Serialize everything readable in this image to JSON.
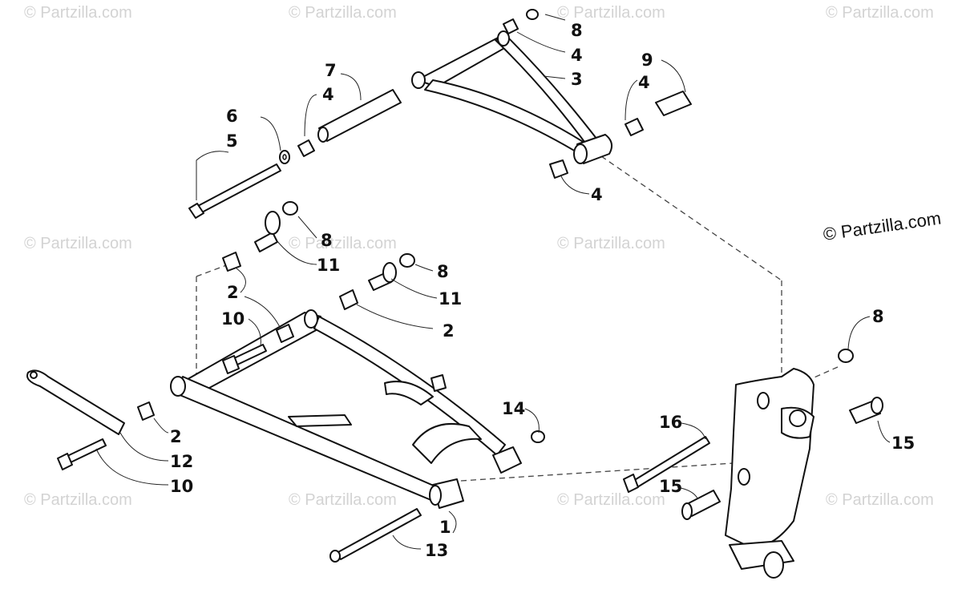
{
  "watermark": {
    "text": "© Partzilla.com",
    "main_text": "© Partzilla.com",
    "color": "#d3d3d3"
  },
  "callouts": {
    "c1": "1",
    "c2a": "2",
    "c2b": "2",
    "c2c": "2",
    "c3": "3",
    "c4a": "4",
    "c4b": "4",
    "c4c": "4",
    "c4d": "4",
    "c5": "5",
    "c6": "6",
    "c7": "7",
    "c8a": "8",
    "c8b": "8",
    "c8c": "8",
    "c8d": "8",
    "c9": "9",
    "c10a": "10",
    "c10b": "10",
    "c11a": "11",
    "c11b": "11",
    "c12": "12",
    "c13": "13",
    "c14": "14",
    "c15a": "15",
    "c15b": "15",
    "c16": "16"
  },
  "colors": {
    "line": "#111111",
    "background": "#ffffff"
  }
}
